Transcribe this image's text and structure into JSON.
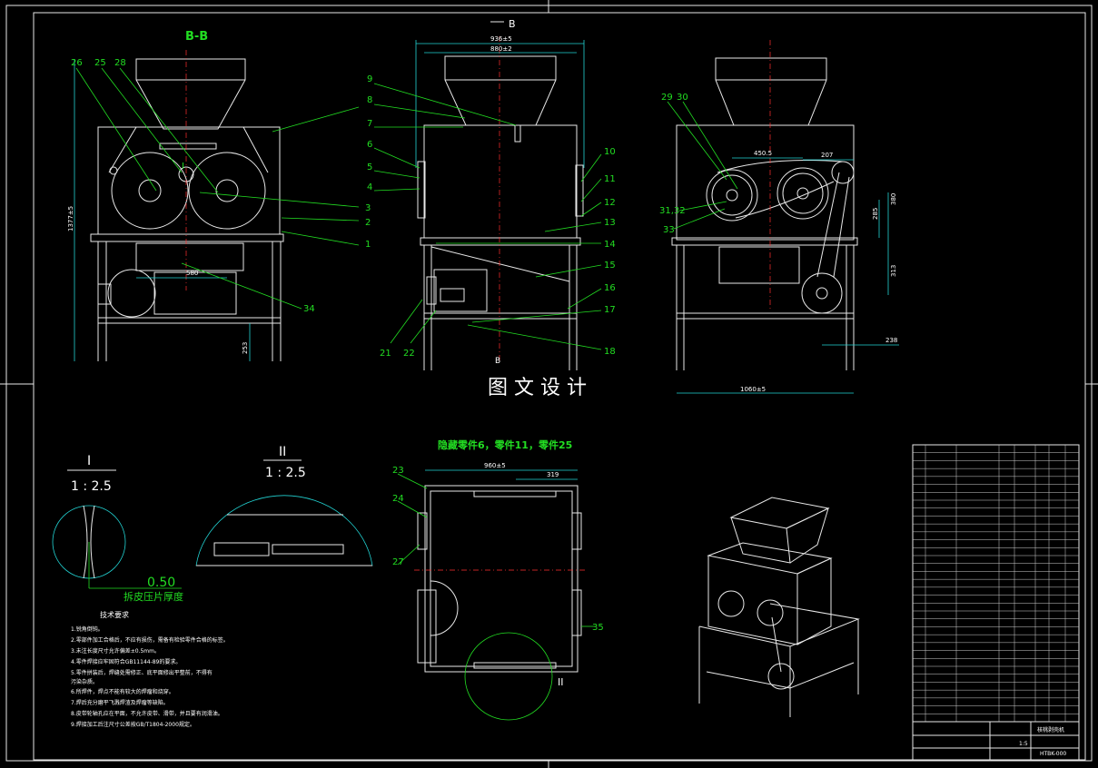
{
  "views": {
    "section_title": "B-B",
    "section_marker": "B",
    "section_marker_bottom": "B",
    "detail1_label": "I",
    "detail1_scale": "1 : 2.5",
    "detail2_label": "II",
    "detail2_scale": "1 : 2.5",
    "hidden_parts_note": "隐藏零件6，零件11，零件25",
    "detail_marker_II": "II",
    "detail_marker_I": "I"
  },
  "dimensions": {
    "top_width": "936±5",
    "inner_width": "880±2",
    "height_left": "1377±5",
    "roller_gap": "580",
    "base_height": "253",
    "pulley_center": "450.5",
    "pulley_offset": "207",
    "right_h1": "380",
    "right_h2": "285",
    "right_h3": "313",
    "right_bottom": "238",
    "total_length": "1060±5",
    "plan_width": "960±5",
    "plan_offset": "319",
    "plate_thickness_value": "0.50",
    "plate_thickness_label": "拆皮压片厚度"
  },
  "part_numbers": {
    "section": [
      "26",
      "25",
      "28",
      "3",
      "2",
      "1",
      "34"
    ],
    "front_left": [
      "9",
      "8",
      "7",
      "6",
      "5",
      "4",
      "21",
      "22"
    ],
    "front_right": [
      "10",
      "11",
      "12",
      "13",
      "14",
      "15",
      "16",
      "17",
      "18"
    ],
    "side": [
      "29",
      "30",
      "31,32",
      "33"
    ],
    "plan": [
      "23",
      "24",
      "27",
      "35"
    ]
  },
  "watermark": "图 文 设 计",
  "technical_requirements": {
    "title": "技术要求",
    "items": [
      "1.锐角倒钝。",
      "2.零部件加工合格后，不应有损伤，需备有检验零件合格的标签。",
      "3.未注长度尺寸允许偏差±0.5mm。",
      "4.零件焊接应牢固符合GB11144-89的要求。",
      "5.零件拼装后，焊缝处需修正、底平面修出平整前，不得有",
      "  污染杂质。",
      "6.所焊件，焊点不能有较大的焊瘤和烧穿。",
      "7.焊后充分磨平飞溅焊渣及焊瘤等缺陷。",
      "8.皮带轮轴孔应在平面，不允许皮带、滑带，并且要有润滑油。",
      "9.焊接加工后注尺寸公差按GB/T1804-2000规定。"
    ]
  },
  "title_block": {
    "drawing_name": "核桃剥壳机",
    "drawing_code": "HTBK-000",
    "scale": "1:5",
    "rows": 35
  },
  "colors": {
    "background": "#000000",
    "outline": "#e8e8e8",
    "dimension": "#22d3d3",
    "leader": "#22dd22",
    "centerline": "#ff3030"
  }
}
